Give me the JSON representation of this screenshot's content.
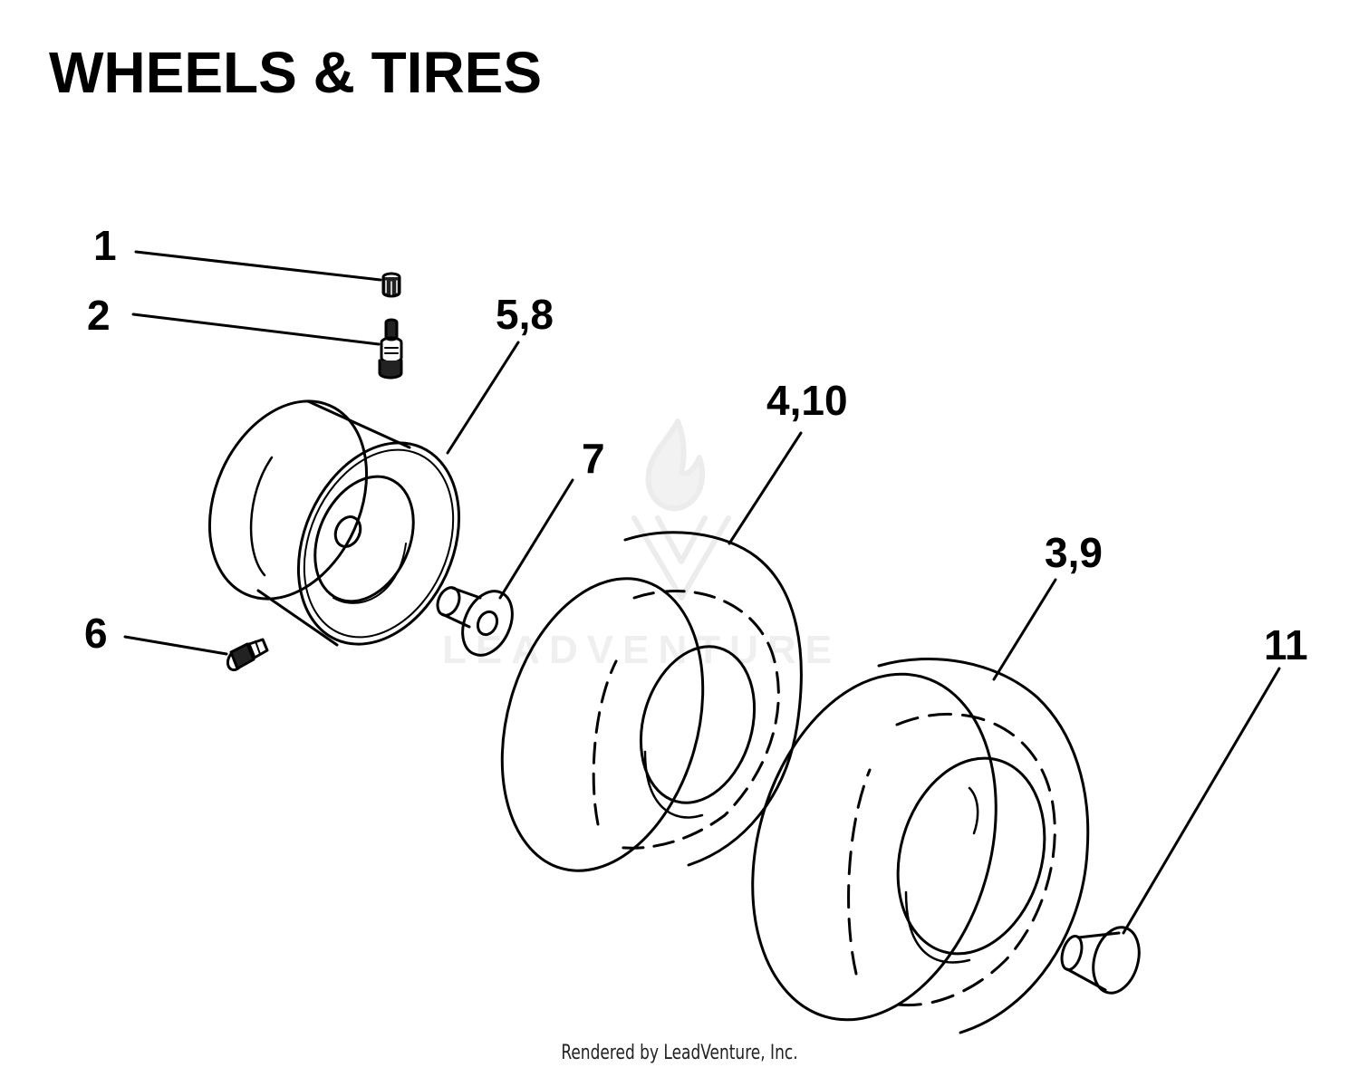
{
  "header": {
    "title": "WHEELS & TIRES"
  },
  "callouts": [
    {
      "id": "1",
      "label": "1",
      "part": "valve-cap"
    },
    {
      "id": "2",
      "label": "2",
      "part": "valve-stem"
    },
    {
      "id": "5-8",
      "label": "5,8",
      "part": "wheel-rim"
    },
    {
      "id": "6",
      "label": "6",
      "part": "grease-fitting"
    },
    {
      "id": "7",
      "label": "7",
      "part": "bushing"
    },
    {
      "id": "4-10",
      "label": "4,10",
      "part": "front-tire"
    },
    {
      "id": "3-9",
      "label": "3,9",
      "part": "rear-tire"
    },
    {
      "id": "11",
      "label": "11",
      "part": "hub-cap"
    }
  ],
  "watermark": {
    "text": "LEADVENTURE"
  },
  "footer": {
    "credit": "Rendered by LeadVenture, Inc."
  },
  "colors": {
    "line": "#000000",
    "background": "#ffffff",
    "watermark": "#efefef"
  }
}
